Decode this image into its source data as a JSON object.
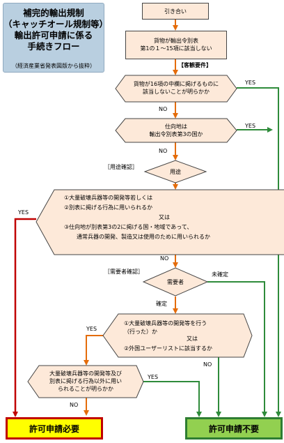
{
  "title": {
    "lines": [
      "補完的輸出規制",
      "（キャッチオール規制等）",
      "輸出許可申請に係る",
      "手続きフロー"
    ],
    "note": "（経済産業省発表図版から抜粋）"
  },
  "nodes": {
    "start": "引き合い",
    "step1": {
      "line1": "貨物が輸出令別表",
      "line2": "第1の１～15項に該当しない"
    },
    "objective_req": "【客観要件】",
    "q16": {
      "line1": "貨物が16項の中欄に掲げるものに",
      "line2": "該当しないことが明らかか"
    },
    "dest": {
      "line1": "仕向地は",
      "line2": "輸出令別表第3の国か"
    },
    "usage_check": "［用途確認］",
    "usage": "用途",
    "usage_q": {
      "l1": "①大量破壊兵器等の開発等若しくは",
      "l2": "②別表に掲げる行為に用いられるか",
      "l3": "又は",
      "l4": "③仕向地が別表第3の2に掲げる国・地域であって、",
      "l5": "通常兵器の開発、製造又は使用のために用いられるか"
    },
    "user_check": "［需要者確認］",
    "user": "需要者",
    "user_q": {
      "l1": "①大量破壊兵器等の開発等を行う",
      "l2": "（行った）か",
      "l3": "又は",
      "l4": "②外国ユーザーリストに該当するか"
    },
    "final_q": {
      "l1": "大量破壊兵器等の開発等及び",
      "l2": "別表に掲げる行為以外に用い",
      "l3": "られることが明らかか"
    }
  },
  "labels": {
    "yes1": "YES",
    "no1": "NO",
    "yes2": "YES",
    "no2": "NO",
    "yes3": "YES",
    "no3": "NO",
    "unconfirmed": "未確定",
    "confirmed": "確定",
    "yes4": "YES",
    "no4": "NO",
    "yes5": "YES",
    "no5": "NO"
  },
  "results": {
    "required": "許可申請必要",
    "not_required": "許可申請不要"
  },
  "colors": {
    "node_fill": "#fde9d9",
    "arrow_orange": "#e46c0a",
    "arrow_green": "#2e8b3a",
    "arrow_red": "#c00000",
    "required_fill": "#ffff00",
    "not_required_fill": "#92d050"
  }
}
